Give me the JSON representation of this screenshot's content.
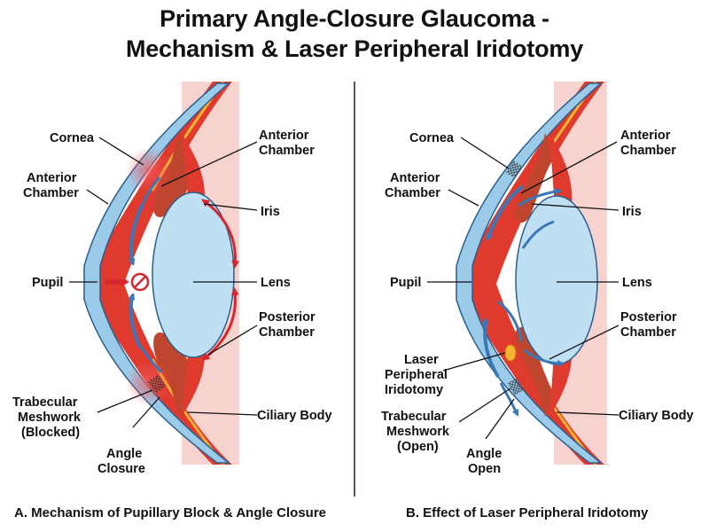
{
  "title": {
    "line1": "Primary Angle-Closure Glaucoma -",
    "line2": "Mechanism & Laser Peripheral Iridotomy"
  },
  "panel_a": {
    "caption": "A. Mechanism of Pupillary Block & Angle Closure",
    "labels": {
      "cornea": "Cornea",
      "anterior_chamber_left": [
        "Anterior",
        "Chamber"
      ],
      "anterior_chamber_right": [
        "Anterior",
        "Chamber"
      ],
      "iris": "Iris",
      "pupil": "Pupil",
      "lens": "Lens",
      "posterior_chamber": [
        "Posterior",
        "Chamber"
      ],
      "trabecular_meshwork": [
        "Trabecular",
        "Meshwork",
        "(Blocked)"
      ],
      "ciliary_body": "Ciliary Body",
      "angle_closure": [
        "Angle",
        "Closure"
      ]
    }
  },
  "panel_b": {
    "caption": "B. Effect of Laser Peripheral Iridotomy",
    "labels": {
      "cornea": "Cornea",
      "anterior_chamber_left": [
        "Anterior",
        "Chamber"
      ],
      "anterior_chamber_right": [
        "Anterior",
        "Chamber"
      ],
      "iris": "Iris",
      "pupil": "Pupil",
      "lens": "Lens",
      "posterior_chamber": [
        "Posterior",
        "Chamber"
      ],
      "laser_iridotomy": [
        "Laser",
        "Peripheral",
        "Iridotomy"
      ],
      "trabecular_meshwork": [
        "Trabecular",
        "Meshwork",
        "(Open)"
      ],
      "ciliary_body": "Ciliary Body",
      "angle_open": [
        "Angle",
        "Open"
      ]
    }
  },
  "colors": {
    "cornea": "#9ccbea",
    "cornea_stroke": "#2a5f8f",
    "sclera": "#e03a2f",
    "uvea_fill": "#f6d3cf",
    "iris": "#c0452e",
    "lens": "#bfe0f2",
    "blue_arrow": "#3a78b8",
    "red_arrow": "#d8262e",
    "laser_spot": "#f2b431"
  }
}
